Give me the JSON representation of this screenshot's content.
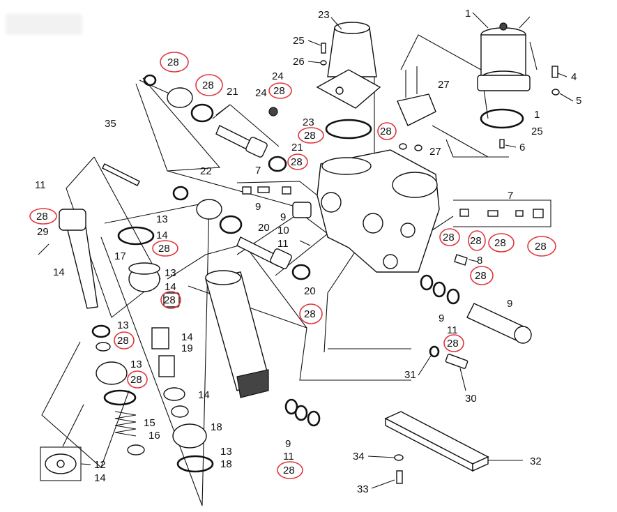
{
  "diagram": {
    "labels": [
      {
        "id": "l23",
        "text": "23"
      },
      {
        "id": "l1a",
        "text": "1"
      },
      {
        "id": "l25a",
        "text": "25"
      },
      {
        "id": "l26",
        "text": "26"
      },
      {
        "id": "l24a",
        "text": "24"
      },
      {
        "id": "l24b",
        "text": "24"
      },
      {
        "id": "l21a",
        "text": "21"
      },
      {
        "id": "l27a",
        "text": "27"
      },
      {
        "id": "l4",
        "text": "4"
      },
      {
        "id": "l5",
        "text": "5"
      },
      {
        "id": "l1b",
        "text": "1"
      },
      {
        "id": "l25b",
        "text": "25"
      },
      {
        "id": "l6",
        "text": "6"
      },
      {
        "id": "l35",
        "text": "35"
      },
      {
        "id": "l23b",
        "text": "23"
      },
      {
        "id": "l21b",
        "text": "21"
      },
      {
        "id": "l27b",
        "text": "27"
      },
      {
        "id": "l22",
        "text": "22"
      },
      {
        "id": "l7a",
        "text": "7"
      },
      {
        "id": "l7b",
        "text": "7"
      },
      {
        "id": "l11a",
        "text": "11"
      },
      {
        "id": "l9a",
        "text": "9"
      },
      {
        "id": "l29",
        "text": "29"
      },
      {
        "id": "l13a",
        "text": "13"
      },
      {
        "id": "l14a",
        "text": "14"
      },
      {
        "id": "l20a",
        "text": "20"
      },
      {
        "id": "l9b",
        "text": "9"
      },
      {
        "id": "l10",
        "text": "10"
      },
      {
        "id": "l11b",
        "text": "11"
      },
      {
        "id": "l14b",
        "text": "14"
      },
      {
        "id": "l17",
        "text": "17"
      },
      {
        "id": "l8",
        "text": "8"
      },
      {
        "id": "l13b",
        "text": "13"
      },
      {
        "id": "l14c",
        "text": "14"
      },
      {
        "id": "l20b",
        "text": "20"
      },
      {
        "id": "l9c",
        "text": "9"
      },
      {
        "id": "l9d",
        "text": "9"
      },
      {
        "id": "l14d",
        "text": "14"
      },
      {
        "id": "l19",
        "text": "19"
      },
      {
        "id": "l13c",
        "text": "13"
      },
      {
        "id": "l11c",
        "text": "11"
      },
      {
        "id": "l13d",
        "text": "13"
      },
      {
        "id": "l31",
        "text": "31"
      },
      {
        "id": "l30",
        "text": "30"
      },
      {
        "id": "l14e",
        "text": "14"
      },
      {
        "id": "l15",
        "text": "15"
      },
      {
        "id": "l16",
        "text": "16"
      },
      {
        "id": "l18a",
        "text": "18"
      },
      {
        "id": "l13e",
        "text": "13"
      },
      {
        "id": "l18b",
        "text": "18"
      },
      {
        "id": "l9e",
        "text": "9"
      },
      {
        "id": "l11d",
        "text": "11"
      },
      {
        "id": "l12",
        "text": "12"
      },
      {
        "id": "l14f",
        "text": "14"
      },
      {
        "id": "l34",
        "text": "34"
      },
      {
        "id": "l32",
        "text": "32"
      },
      {
        "id": "l33",
        "text": "33"
      }
    ],
    "circled_labels": [
      {
        "id": "c1",
        "text": "28"
      },
      {
        "id": "c2",
        "text": "28"
      },
      {
        "id": "c3",
        "text": "28"
      },
      {
        "id": "c4",
        "text": "28"
      },
      {
        "id": "c5",
        "text": "28"
      },
      {
        "id": "c6",
        "text": "28"
      },
      {
        "id": "c7",
        "text": "28"
      },
      {
        "id": "c8",
        "text": "28"
      },
      {
        "id": "c9",
        "text": "28"
      },
      {
        "id": "c10",
        "text": "28"
      },
      {
        "id": "c11",
        "text": "28"
      },
      {
        "id": "c12",
        "text": "28"
      },
      {
        "id": "c13",
        "text": "28"
      },
      {
        "id": "c14",
        "text": "28"
      },
      {
        "id": "c15",
        "text": "28"
      },
      {
        "id": "c16",
        "text": "28"
      },
      {
        "id": "c17",
        "text": "28"
      },
      {
        "id": "c18",
        "text": "28"
      },
      {
        "id": "c19",
        "text": "28"
      },
      {
        "id": "c20",
        "text": "28"
      },
      {
        "id": "c21",
        "text": "28"
      }
    ],
    "colors": {
      "ink": "#111111",
      "highlight": "#e0353b",
      "background": "#ffffff"
    }
  }
}
